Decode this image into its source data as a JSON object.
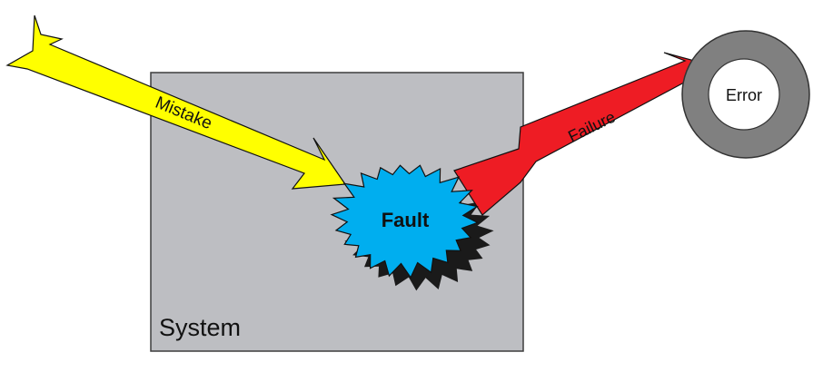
{
  "diagram": {
    "system_label": "System",
    "fault_label": "Fault",
    "mistake_label": "Mistake",
    "failure_label": "Failure",
    "error_label": "Error"
  },
  "colors": {
    "system_fill": "#bdbec2",
    "system_stroke": "#3d3d3d",
    "mistake_arrow": "#ffff00",
    "failure_arrow": "#ee1c24",
    "fault_fill": "#00aeef",
    "fault_shadow": "#1a1a1a",
    "error_ring": "#808080",
    "error_center": "#ffffff"
  }
}
